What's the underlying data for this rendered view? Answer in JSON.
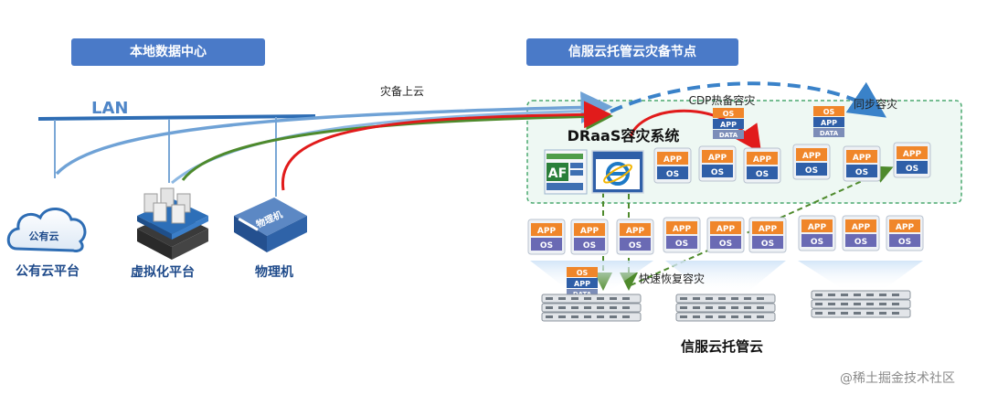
{
  "headers": {
    "local_dc": "本地数据中心",
    "cloud_node": "信服云托管云灾备节点"
  },
  "lan": {
    "label": "LAN"
  },
  "sources": [
    {
      "label": "公有云平台",
      "cloud_text": "公有云",
      "icon": "cloud-icon"
    },
    {
      "label": "虚拟化平台",
      "icon": "server-rack-icon"
    },
    {
      "label": "物理机",
      "device_text": "物理机",
      "icon": "physical-server-icon"
    }
  ],
  "flows": {
    "upload": "灾备上云",
    "cdp": "CDP热备容灾",
    "sync": "同步容灾",
    "recovery": "快速恢复容灾"
  },
  "draas": {
    "title": "DRaaS容灾系统",
    "af_label": "AF",
    "ie_icon": "internet-explorer-icon"
  },
  "vm": {
    "app": "APP",
    "os": "OS",
    "data": "DATA"
  },
  "cloud_label": "信服云托管云",
  "watermark": "@稀土掘金技术社区",
  "colors": {
    "header_bg": "#4a7ac8",
    "lan_line": "#2e6db4",
    "blue_flow": "#6fa2d6",
    "red_flow": "#e11b1b",
    "green_flow": "#4e8a2c",
    "dashed_arc": "#3a82c9",
    "zone_border": "#4aa86f",
    "zone_bg": "#eef8f3",
    "app_orange": "#f0862a",
    "os_blue": "#2f5fa8",
    "os_purple": "#6a6ab4"
  }
}
